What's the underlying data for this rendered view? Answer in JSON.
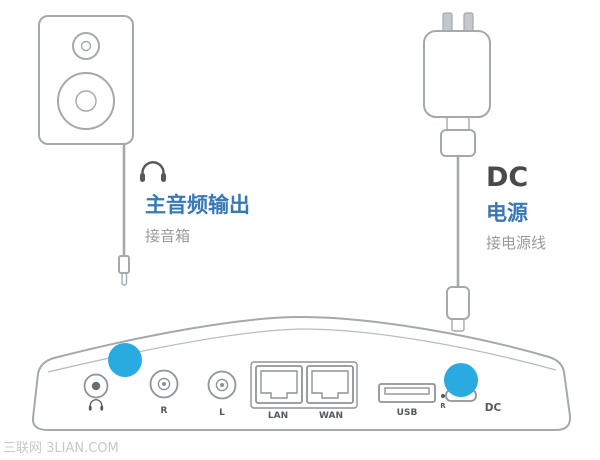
{
  "colors": {
    "accent_blue": "#29abe2",
    "label_blue": "#3878b4",
    "heading_dark": "#4a4a4a",
    "muted_gray": "#9b9b9b",
    "outline_gray": "#a4a9ad",
    "port_label": "#55595c",
    "watermark_gray": "#c9c9c9"
  },
  "audio_callout": {
    "icon": "headphone-icon",
    "title": "主音频输出",
    "subtitle": "接音箱"
  },
  "power_callout": {
    "heading": "DC",
    "title": "电源",
    "subtitle": "接电源线"
  },
  "rear_panel": {
    "ports": {
      "headphone_icon": "headphone-icon",
      "audio_r": "R",
      "audio_l": "L",
      "lan": "LAN",
      "wan": "WAN",
      "usb": "USB",
      "reset": "R",
      "dc": "DC"
    }
  },
  "watermark": "三联网 3LIAN.COM"
}
